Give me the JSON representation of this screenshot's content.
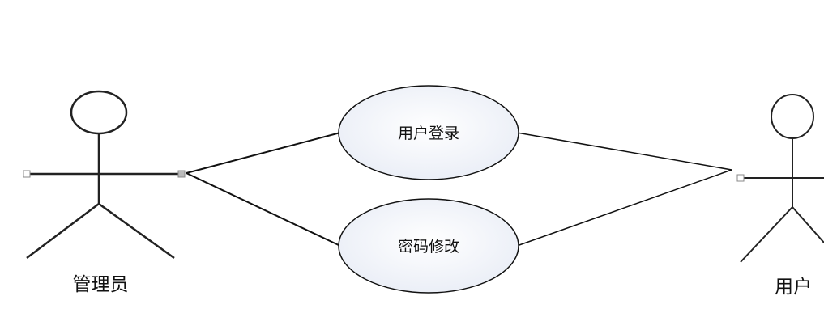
{
  "actors": {
    "admin": {
      "label": "管理员"
    },
    "user": {
      "label": "用户"
    }
  },
  "use_cases": {
    "login": {
      "label": "用户登录"
    },
    "password_change": {
      "label": "密码修改"
    }
  },
  "colors": {
    "stroke": "#222222",
    "ellipse_fill_center": "#ffffff",
    "ellipse_fill_edge": "#e9edf6",
    "handle_stroke": "#888888"
  }
}
